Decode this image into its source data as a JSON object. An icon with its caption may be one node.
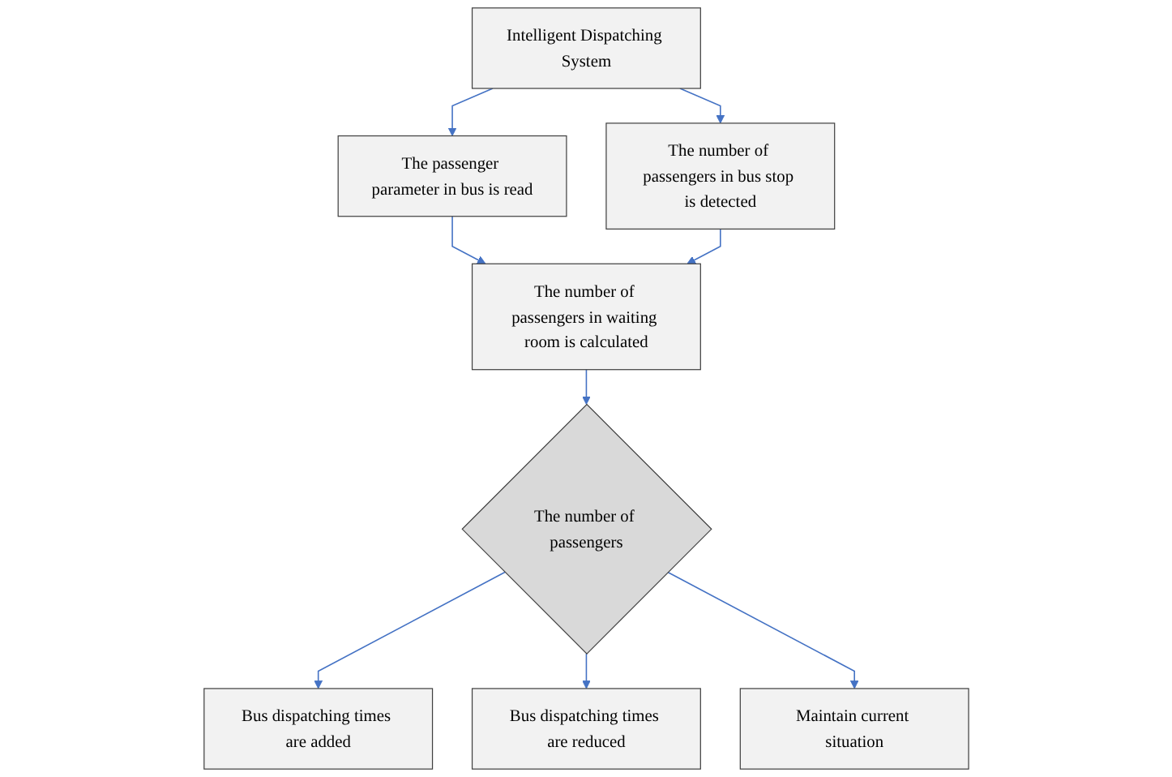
{
  "diagram": {
    "nodes": [
      {
        "text": [
          "Intelligent Dispatching System"
        ]
      },
      {
        "text": [
          "The passenger parameter in bus is read"
        ]
      },
      {
        "text": [
          "The number of passengers in bus stop is detected"
        ]
      },
      {
        "text": [
          "The number of passengers in waiting room is calculated"
        ]
      },
      {
        "text": [
          "The number of passengers"
        ]
      },
      {
        "text": [
          "Bus dispatching times are added"
        ]
      },
      {
        "text": [
          "Bus dispatching times are reduced"
        ]
      },
      {
        "text": [
          "Maintain current situation"
        ]
      }
    ],
    "edges": [
      {
        "from": 0,
        "to": 1,
        "arrow": "to"
      },
      {
        "from": 0,
        "to": 2,
        "arrow": "to"
      },
      {
        "from": 1,
        "to": 3,
        "arrow": "to"
      },
      {
        "from": 2,
        "to": 3,
        "arrow": "to"
      },
      {
        "from": 3,
        "to": 4,
        "arrow": "to"
      },
      {
        "from": 4,
        "to": 5,
        "arrow": "to"
      },
      {
        "from": 4,
        "to": 6,
        "arrow": "to"
      },
      {
        "from": 4,
        "to": 7,
        "arrow": "to"
      }
    ]
  }
}
